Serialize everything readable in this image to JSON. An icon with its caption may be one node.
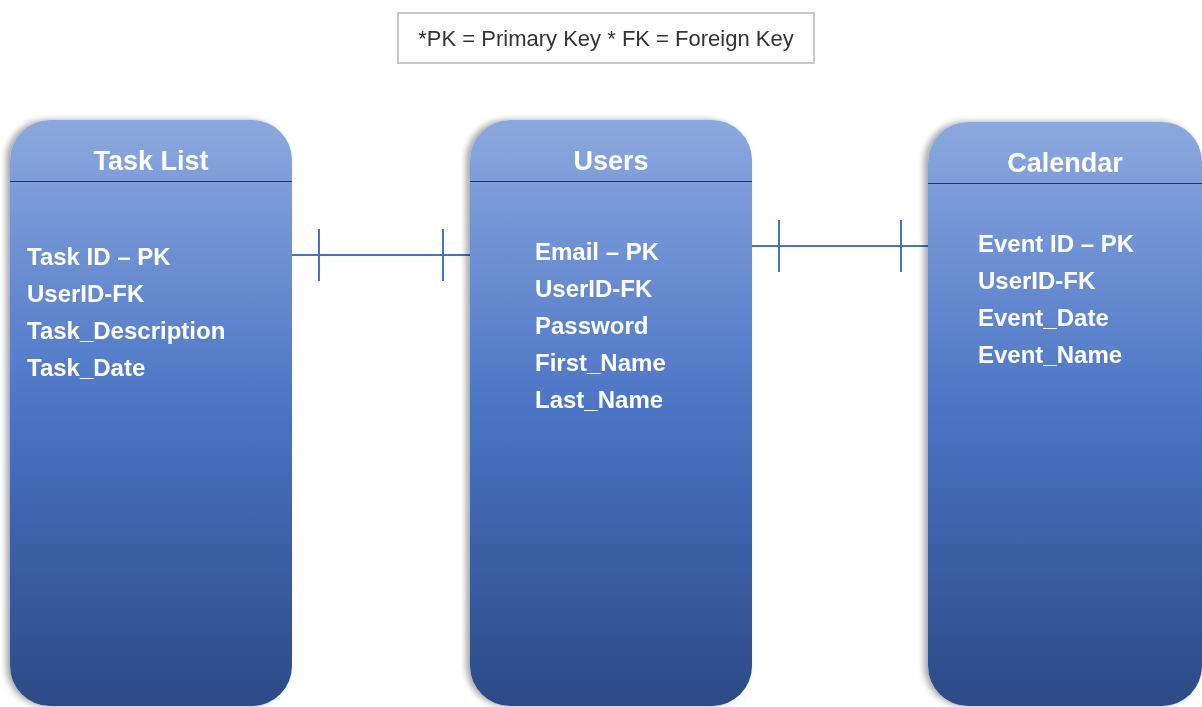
{
  "diagram": {
    "nodes": [
      {
        "text": [
          "*PK = Primary Key * FK = Foreign Key"
        ]
      },
      {
        "text": [
          "Task List",
          "Task ID – PK",
          "UserID-FK",
          "Task_Description",
          "Task_Date"
        ]
      },
      {
        "text": [
          "Users",
          "Email – PK",
          "UserID-FK",
          "Password",
          "First_Name",
          "Last_Name"
        ]
      },
      {
        "text": [
          "Calendar",
          "Event ID – PK",
          "UserID-FK",
          "Event_Date",
          "Event_Name"
        ]
      }
    ],
    "edges": [
      {
        "from": 1,
        "to": 2,
        "arrow": "other"
      },
      {
        "from": 2,
        "to": 3,
        "arrow": "other"
      }
    ]
  }
}
